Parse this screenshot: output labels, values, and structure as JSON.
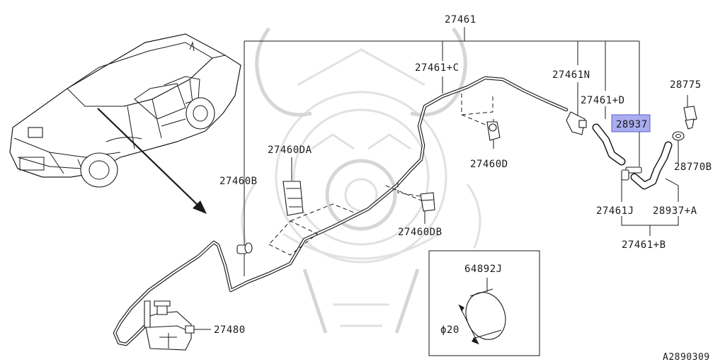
{
  "figure_code": "A2890309",
  "highlight_color": "#a9acee",
  "parts": {
    "p27461": "27461",
    "p27461c": "27461+C",
    "p27461n": "27461N",
    "p27461d": "27461+D",
    "p28937": "28937",
    "p28775": "28775",
    "p28770b": "28770B",
    "p27460da": "27460DA",
    "p27460b": "27460B",
    "p27460d": "27460D",
    "p27460db": "27460DB",
    "p27461j": "27461J",
    "p28937a": "28937+A",
    "p27461b": "27461+B",
    "p64892j": "64892J",
    "p27480": "27480",
    "dia20": "ϕ20"
  }
}
